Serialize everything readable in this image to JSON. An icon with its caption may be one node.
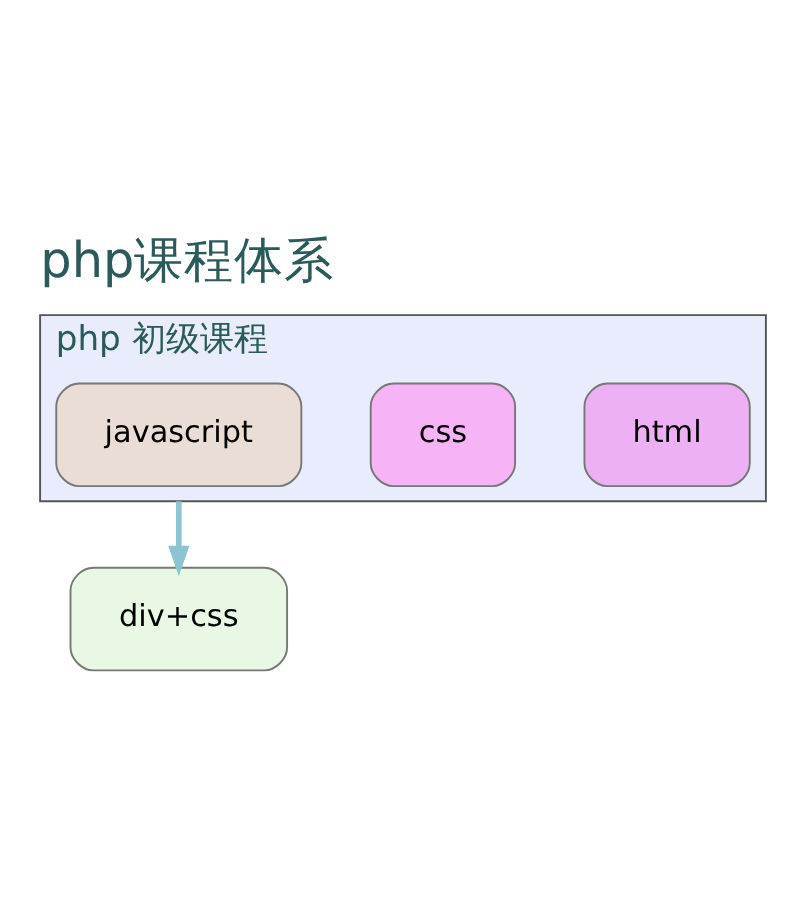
{
  "diagram": {
    "title": "php课程体系",
    "nodes": [
      {
        "text": [
          "php 初级课程"
        ]
      },
      {
        "text": [
          "html"
        ],
        "in": 0
      },
      {
        "text": [
          "css"
        ],
        "in": 0
      },
      {
        "text": [
          "javascript"
        ],
        "in": 0
      },
      {
        "text": [
          "div+css"
        ]
      }
    ],
    "edges": [
      {
        "from": 0,
        "to": 4,
        "arrow": "to"
      }
    ]
  }
}
